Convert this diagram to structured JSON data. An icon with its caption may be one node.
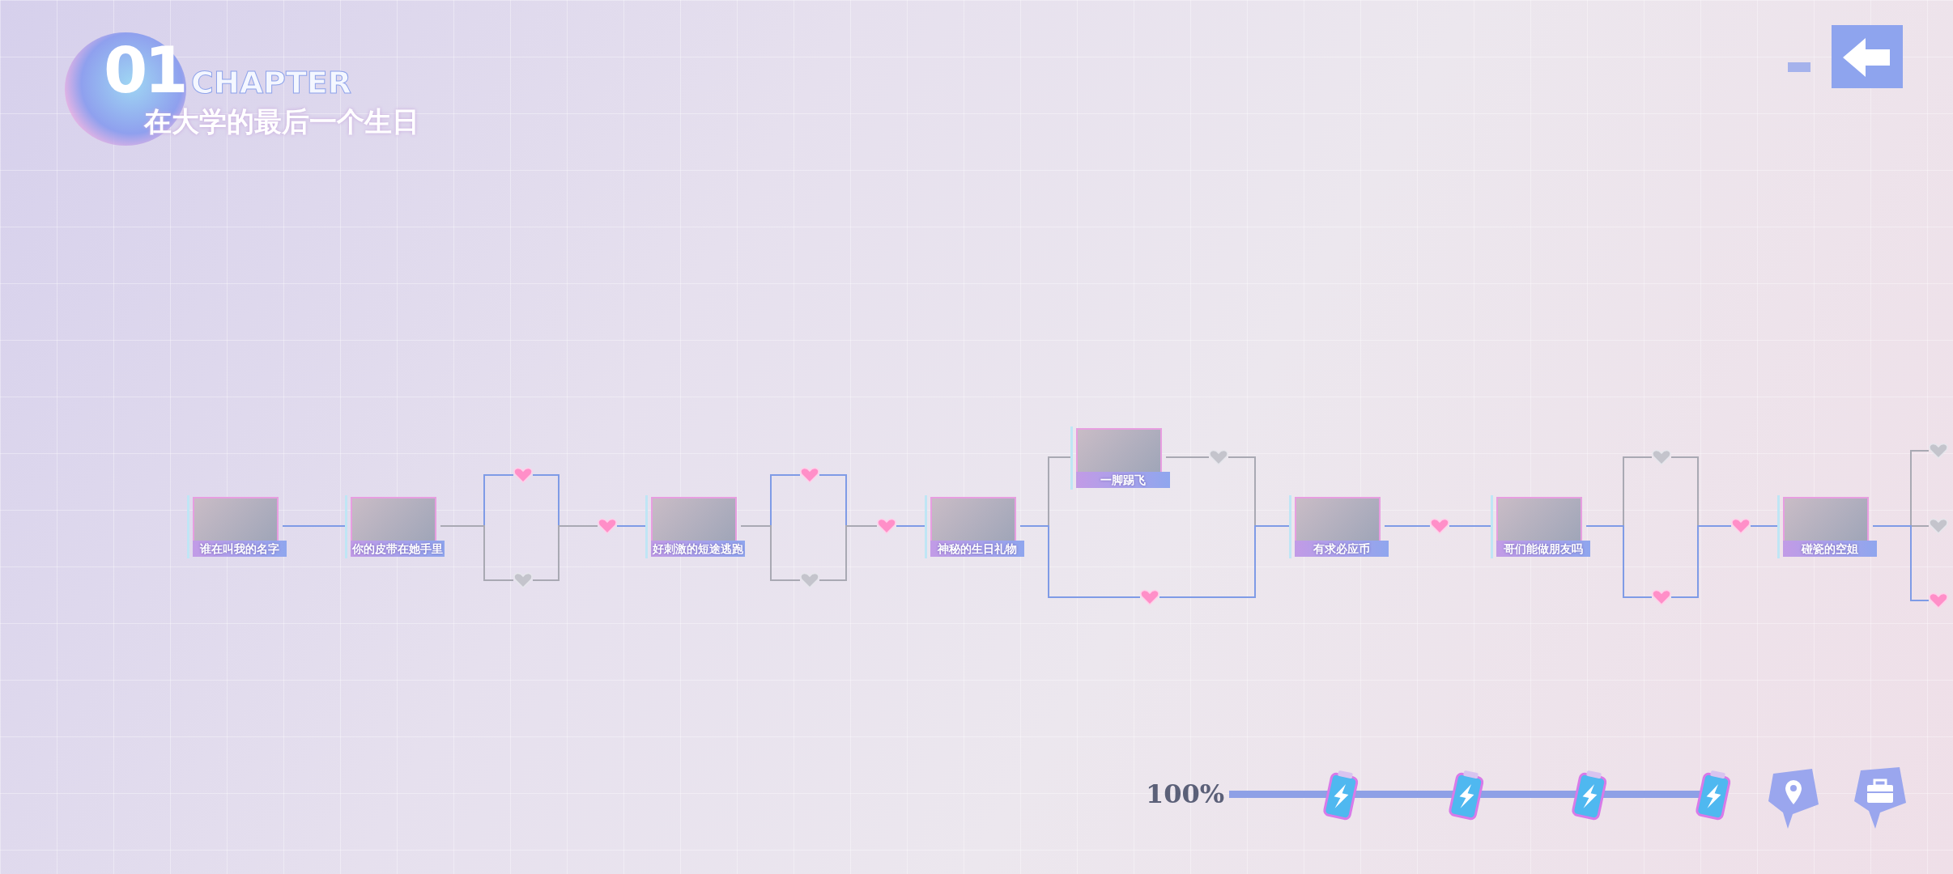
{
  "diagram": {
    "title": "在大学的最后一个生日",
    "nodes": [
      {
        "text": [
          "谁在叫我的名字"
        ]
      },
      {
        "text": [
          "你的皮带在她手里"
        ]
      },
      {
        "text": [],
        "shape": "heart"
      },
      {
        "text": [],
        "shape": "heart"
      },
      {
        "text": [],
        "shape": "heart"
      },
      {
        "text": [
          "好刺激的短途逃跑"
        ]
      },
      {
        "text": [],
        "shape": "heart"
      },
      {
        "text": [],
        "shape": "heart"
      },
      {
        "text": [],
        "shape": "heart"
      },
      {
        "text": [
          "神秘的生日礼物"
        ]
      },
      {
        "text": [
          "一脚踢飞"
        ]
      },
      {
        "text": [],
        "shape": "heart"
      },
      {
        "text": [],
        "shape": "heart"
      },
      {
        "text": [
          "有求必应币"
        ]
      },
      {
        "text": [],
        "shape": "heart"
      },
      {
        "text": [
          "哥们能做朋友吗"
        ]
      },
      {
        "text": [],
        "shape": "heart"
      },
      {
        "text": [],
        "shape": "heart"
      },
      {
        "text": [],
        "shape": "heart"
      },
      {
        "text": [
          "碰瓷的空姐"
        ]
      },
      {
        "text": [],
        "shape": "heart"
      },
      {
        "text": [],
        "shape": "heart"
      },
      {
        "text": [],
        "shape": "heart"
      }
    ],
    "edges": [
      {
        "from": 0,
        "to": 1,
        "arrow": "none"
      },
      {
        "from": 1,
        "to": 2,
        "arrow": "none"
      },
      {
        "from": 1,
        "to": 3,
        "arrow": "none",
        "color": "#a9a9b3"
      },
      {
        "from": 2,
        "to": 4,
        "arrow": "none"
      },
      {
        "from": 3,
        "to": 4,
        "arrow": "none",
        "color": "#a9a9b3"
      },
      {
        "from": 4,
        "to": 5,
        "arrow": "none"
      },
      {
        "from": 5,
        "to": 6,
        "arrow": "none"
      },
      {
        "from": 5,
        "to": 7,
        "arrow": "none",
        "color": "#a9a9b3"
      },
      {
        "from": 6,
        "to": 8,
        "arrow": "none"
      },
      {
        "from": 7,
        "to": 8,
        "arrow": "none",
        "color": "#a9a9b3"
      },
      {
        "from": 8,
        "to": 9,
        "arrow": "none"
      },
      {
        "from": 9,
        "to": 10,
        "arrow": "none",
        "color": "#a9a9b3"
      },
      {
        "from": 9,
        "to": 12,
        "arrow": "none"
      },
      {
        "from": 10,
        "to": 11,
        "arrow": "none",
        "color": "#a9a9b3"
      },
      {
        "from": 11,
        "to": 13,
        "arrow": "none",
        "color": "#a9a9b3"
      },
      {
        "from": 12,
        "to": 13,
        "arrow": "none"
      },
      {
        "from": 13,
        "to": 14,
        "arrow": "none"
      },
      {
        "from": 14,
        "to": 15,
        "arrow": "none"
      },
      {
        "from": 15,
        "to": 16,
        "arrow": "none",
        "color": "#a9a9b3"
      },
      {
        "from": 15,
        "to": 17,
        "arrow": "none"
      },
      {
        "from": 16,
        "to": 18,
        "arrow": "none",
        "color": "#a9a9b3"
      },
      {
        "from": 17,
        "to": 18,
        "arrow": "none"
      },
      {
        "from": 18,
        "to": 19,
        "arrow": "none"
      },
      {
        "from": 19,
        "to": 20,
        "arrow": "none",
        "color": "#a9a9b3"
      },
      {
        "from": 19,
        "to": 21,
        "arrow": "none",
        "color": "#a9a9b3"
      },
      {
        "from": 19,
        "to": 22,
        "arrow": "none"
      }
    ],
    "labels": [
      "01",
      "CHAPTER",
      "100%"
    ]
  }
}
